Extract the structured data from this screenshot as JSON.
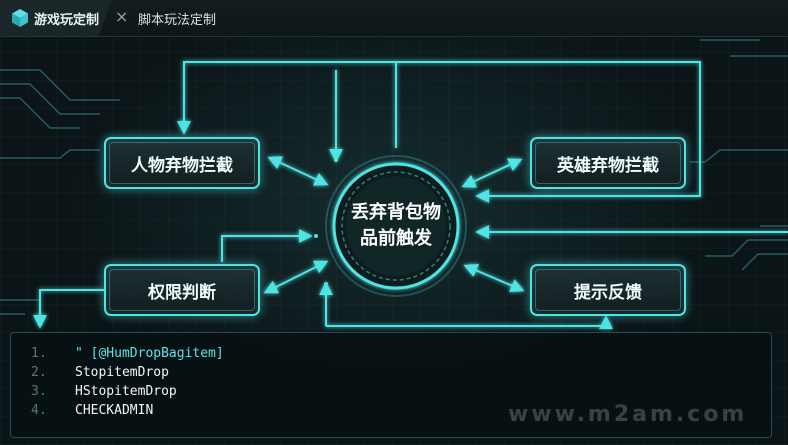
{
  "tabs": [
    {
      "label": "游戏玩定制",
      "active": true
    },
    {
      "label": "脚本玩法定制",
      "active": false
    }
  ],
  "center_node": {
    "line1": "丢弃背包物",
    "line2": "品前触发"
  },
  "nodes": {
    "left_top": "人物弃物拦截",
    "left_bottom": "权限判断",
    "right_top": "英雄弃物拦截",
    "right_bottom": "提示反馈"
  },
  "code": [
    {
      "num": "1.",
      "text": "\" [@HumDropBagitem]",
      "highlight": true
    },
    {
      "num": "2.",
      "text": "StopitemDrop",
      "highlight": false
    },
    {
      "num": "3.",
      "text": "HStopitemDrop",
      "highlight": false
    },
    {
      "num": "4.",
      "text": "CHECKADMIN",
      "highlight": false
    }
  ],
  "watermark": "www.m2am.com",
  "colors": {
    "accent": "#4fe3e3",
    "background": "#0b1416",
    "highlight_text": "#59e4ec"
  }
}
